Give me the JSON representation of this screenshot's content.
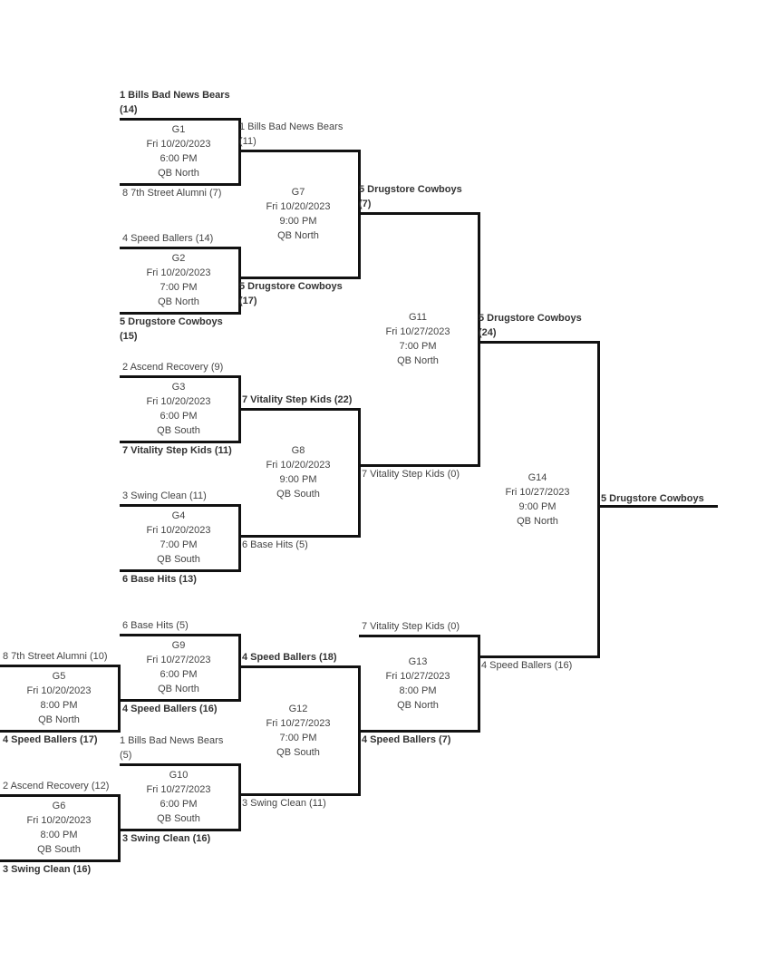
{
  "bracket": {
    "champion": "5 Drugstore Cowboys",
    "games": [
      {
        "id": "G1",
        "code": "G1",
        "date": "Fri 10/20/2023",
        "time": "6:00 PM",
        "field": "QB North",
        "top": {
          "label": "1 Bills Bad News Bears (14)",
          "winner": true
        },
        "bottom": {
          "label": "8 7th Street Alumni (7)",
          "winner": false
        }
      },
      {
        "id": "G2",
        "code": "G2",
        "date": "Fri 10/20/2023",
        "time": "7:00 PM",
        "field": "QB North",
        "top": {
          "label": "4 Speed Ballers (14)",
          "winner": false
        },
        "bottom": {
          "label": "5 Drugstore Cowboys (15)",
          "winner": true
        }
      },
      {
        "id": "G3",
        "code": "G3",
        "date": "Fri 10/20/2023",
        "time": "6:00 PM",
        "field": "QB South",
        "top": {
          "label": "2 Ascend Recovery (9)",
          "winner": false
        },
        "bottom": {
          "label": "7 Vitality Step Kids (11)",
          "winner": true
        }
      },
      {
        "id": "G4",
        "code": "G4",
        "date": "Fri 10/20/2023",
        "time": "7:00 PM",
        "field": "QB South",
        "top": {
          "label": "3 Swing Clean (11)",
          "winner": false
        },
        "bottom": {
          "label": "6 Base Hits (13)",
          "winner": true
        }
      },
      {
        "id": "G5",
        "code": "G5",
        "date": "Fri 10/20/2023",
        "time": "8:00 PM",
        "field": "QB North",
        "top": {
          "label": "8 7th Street Alumni (10)",
          "winner": false
        },
        "bottom": {
          "label": "4 Speed Ballers (17)",
          "winner": true
        }
      },
      {
        "id": "G6",
        "code": "G6",
        "date": "Fri 10/20/2023",
        "time": "8:00 PM",
        "field": "QB South",
        "top": {
          "label": "2 Ascend Recovery (12)",
          "winner": false
        },
        "bottom": {
          "label": "3 Swing Clean (16)",
          "winner": true
        }
      },
      {
        "id": "G7",
        "code": "G7",
        "date": "Fri 10/20/2023",
        "time": "9:00 PM",
        "field": "QB North",
        "top": {
          "label": "1 Bills Bad News Bears (11)",
          "winner": false
        },
        "bottom": {
          "label": "5 Drugstore Cowboys (17)",
          "winner": true
        }
      },
      {
        "id": "G8",
        "code": "G8",
        "date": "Fri 10/20/2023",
        "time": "9:00 PM",
        "field": "QB South",
        "top": {
          "label": "7 Vitality Step Kids (22)",
          "winner": true
        },
        "bottom": {
          "label": "6 Base Hits (5)",
          "winner": false
        }
      },
      {
        "id": "G9",
        "code": "G9",
        "date": "Fri 10/27/2023",
        "time": "6:00 PM",
        "field": "QB North",
        "top": {
          "label": "6 Base Hits (5)",
          "winner": false
        },
        "bottom": {
          "label": "4 Speed Ballers (16)",
          "winner": true
        }
      },
      {
        "id": "G10",
        "code": "G10",
        "date": "Fri 10/27/2023",
        "time": "6:00 PM",
        "field": "QB South",
        "top": {
          "label": "1 Bills Bad News Bears (5)",
          "winner": false
        },
        "bottom": {
          "label": "3 Swing Clean (16)",
          "winner": true
        }
      },
      {
        "id": "G11",
        "code": "G11",
        "date": "Fri 10/27/2023",
        "time": "7:00 PM",
        "field": "QB North",
        "top": {
          "label": "5 Drugstore Cowboys (7)",
          "winner": true
        },
        "bottom": {
          "label": "7 Vitality Step Kids (0)",
          "winner": false
        }
      },
      {
        "id": "G12",
        "code": "G12",
        "date": "Fri 10/27/2023",
        "time": "7:00 PM",
        "field": "QB South",
        "top": {
          "label": "4 Speed Ballers (18)",
          "winner": true
        },
        "bottom": {
          "label": "3 Swing Clean (11)",
          "winner": false
        }
      },
      {
        "id": "G13",
        "code": "G13",
        "date": "Fri 10/27/2023",
        "time": "8:00 PM",
        "field": "QB North",
        "top": {
          "label": "7 Vitality Step Kids (0)",
          "winner": false
        },
        "bottom": {
          "label": "4 Speed Ballers (7)",
          "winner": true
        }
      },
      {
        "id": "G14",
        "code": "G14",
        "date": "Fri 10/27/2023",
        "time": "9:00 PM",
        "field": "QB North",
        "top": {
          "label": "5 Drugstore Cowboys (24)",
          "winner": true
        },
        "bottom": {
          "label": "4 Speed Ballers (16)",
          "winner": false
        }
      }
    ]
  }
}
